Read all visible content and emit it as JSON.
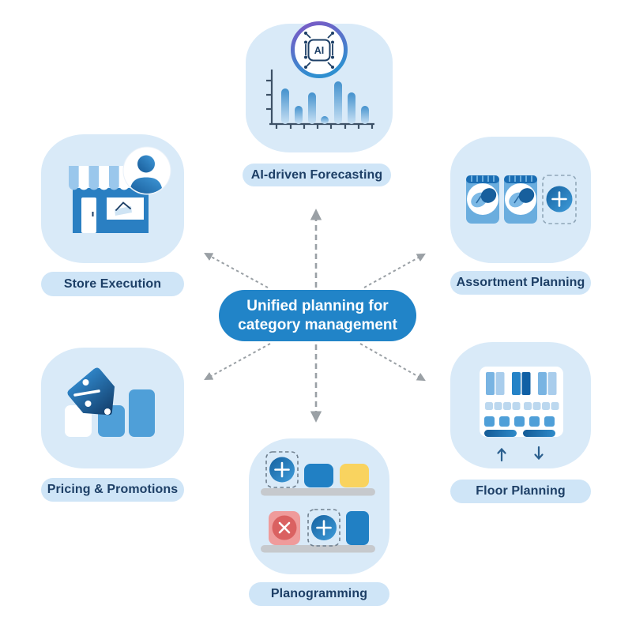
{
  "title": "Unified planning for category management",
  "center": {
    "line1": "Unified planning for",
    "line2": "category management",
    "bg_color": "#2184c8",
    "text_color": "#ffffff"
  },
  "badge": {
    "ai_label": "AI"
  },
  "nodes": [
    {
      "id": "ai-driven-forecasting",
      "label": "AI-driven Forecasting",
      "icon": "bar-chart-with-ai-chip-icon",
      "mini_chart": {
        "type": "bar",
        "values": [
          45,
          23,
          40,
          10,
          54,
          40,
          23
        ]
      }
    },
    {
      "id": "assortment-planning",
      "label": "Assortment Planning",
      "icon": "product-packages-add-icon"
    },
    {
      "id": "floor-planning",
      "label": "Floor Planning",
      "icon": "floor-layout-arrows-icon"
    },
    {
      "id": "planogramming",
      "label": "Planogramming",
      "icon": "shelves-add-remove-icon"
    },
    {
      "id": "pricing-promotions",
      "label": "Pricing & Promotions",
      "icon": "discount-tag-bars-icon"
    },
    {
      "id": "store-execution",
      "label": "Store Execution",
      "icon": "storefront-person-icon"
    }
  ],
  "colors": {
    "background": "#ffffff",
    "tile_bg": "#d9eaf8",
    "label_pill_bg": "#cfe5f7",
    "label_text": "#1d3f66",
    "center_pill": "#2184c8",
    "connector_gray": "#9aa0a5",
    "medium_blue": "#4f9fd8",
    "dark_blue": "#1565a8",
    "package_blue": "#6aadde",
    "band_blue": "#1a6db3",
    "accent_yellow": "#f9d35f",
    "delete_red": "#da6161",
    "delete_red_bg": "#ef9b9b",
    "shelf_gray": "#c6c9cd",
    "awning_light": "#9ac7ec",
    "facade_blue": "#2a7fc2",
    "ring_purple": "#7e57c5",
    "ring_blue": "#2f8fd0"
  }
}
